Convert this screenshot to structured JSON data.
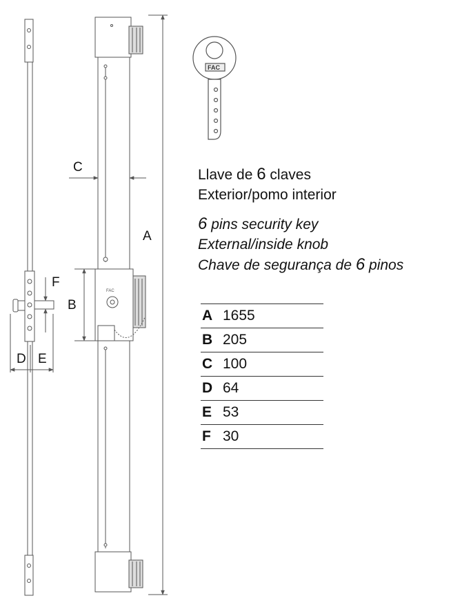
{
  "drawing": {
    "labels": {
      "A": "A",
      "B": "B",
      "C": "C",
      "D": "D",
      "E": "E",
      "F": "F"
    },
    "key_head_marking": "FAC"
  },
  "description": {
    "es": {
      "line1_pre": "Llave de ",
      "line1_num": "6",
      "line1_post": " claves",
      "line2": "Exterior/pomo interior"
    },
    "multi": {
      "line1_num": "6",
      "line1_post": " pins security key",
      "line2": "External/inside knob",
      "line3_pre": "Chave de segurança de ",
      "line3_num": "6",
      "line3_post": " pinos"
    }
  },
  "dimensions": [
    {
      "letter": "A",
      "value": "1655"
    },
    {
      "letter": "B",
      "value": "205"
    },
    {
      "letter": "C",
      "value": "100"
    },
    {
      "letter": "D",
      "value": "64"
    },
    {
      "letter": "E",
      "value": "53"
    },
    {
      "letter": "F",
      "value": "30"
    }
  ]
}
